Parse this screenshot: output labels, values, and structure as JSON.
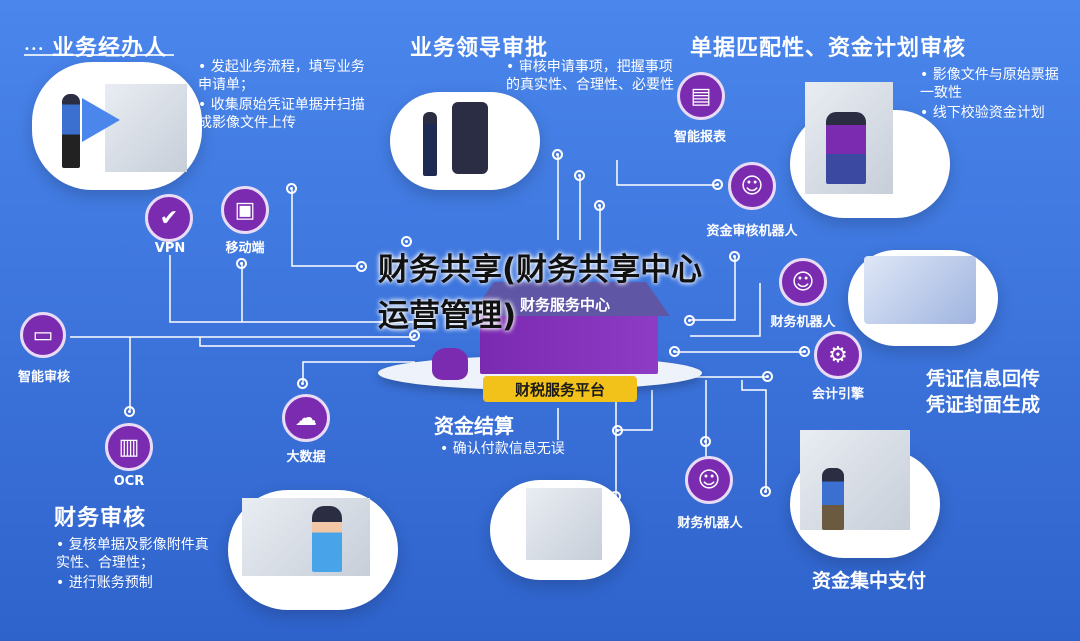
{
  "title": "财务共享(财务共享中心运营管理)",
  "center": {
    "banner": "财务服务中心",
    "platform": "财税服务平台"
  },
  "sections": {
    "operator": {
      "heading": "业务经办人",
      "bullets": [
        "发起业务流程，填写业务申请单；",
        "收集原始凭证单据并扫描成影像文件上传"
      ]
    },
    "leader": {
      "heading": "业务领导审批",
      "bullets": [
        "审核申请事项，把握事项的真实性、合理性、必要性"
      ]
    },
    "matching": {
      "heading": "单据匹配性、资金计划审核",
      "bullets": [
        "影像文件与原始票据一致性",
        "线下校验资金计划"
      ]
    },
    "voucher": {
      "line1": "凭证信息回传",
      "line2": "凭证封面生成"
    },
    "settlement": {
      "heading": "资金结算",
      "bullets": [
        "确认付款信息无误"
      ]
    },
    "audit": {
      "heading": "财务审核",
      "bullets": [
        "复核单据及影像附件真实性、合理性；",
        "进行账务预制"
      ]
    },
    "payment": {
      "heading": "资金集中支付"
    }
  },
  "nodes": {
    "vpn": "VPN",
    "mobile": "移动端",
    "smart_audit": "智能审核",
    "ocr": "OCR",
    "big_data": "大数据",
    "smart_report": "智能报表",
    "fund_robot": "资金审核机器人",
    "finance_robot_top": "财务机器人",
    "accounting_engine": "会计引擎",
    "finance_robot_bottom": "财务机器人"
  },
  "icons": [
    "vpn-icon",
    "mobile-icon",
    "monitor-icon",
    "ocr-scanner-icon",
    "cloud-data-icon",
    "report-icon",
    "robot-icon",
    "engine-icon"
  ],
  "colors": {
    "background": "#3a6fd6",
    "node": "#7b2bb0",
    "platform": "#f2c21b",
    "roof": "#5f57a6"
  }
}
